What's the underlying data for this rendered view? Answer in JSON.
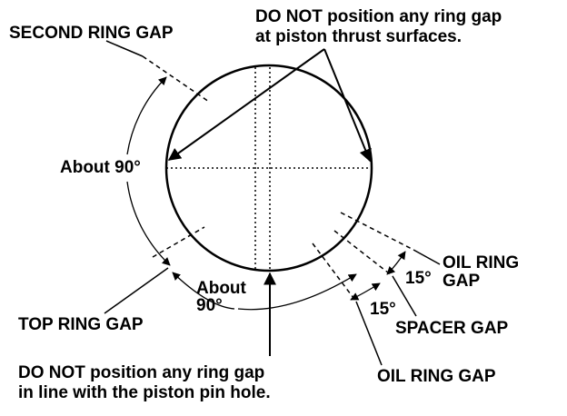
{
  "labels": {
    "second_ring_gap": "SECOND RING GAP",
    "thrust_warning_line1": "DO NOT position any ring gap",
    "thrust_warning_line2": "at piston thrust surfaces.",
    "about_90_left": "About 90°",
    "oil_ring_gap_upper_line1": "OIL RING",
    "oil_ring_gap_upper_line2": "GAP",
    "angle_15_upper": "15°",
    "about_90_bottom_line1": "About",
    "about_90_bottom_line2": "90°",
    "angle_15_lower": "15°",
    "spacer_gap": "SPACER GAP",
    "top_ring_gap": "TOP RING GAP",
    "pin_hole_warning_line1": "DO NOT position any ring gap",
    "pin_hole_warning_line2": "in line with the piston pin hole.",
    "oil_ring_gap_lower": "OIL RING GAP"
  },
  "colors": {
    "ink": "#000000",
    "paper": "#ffffff"
  }
}
